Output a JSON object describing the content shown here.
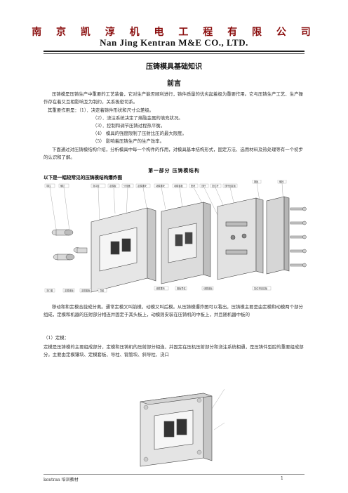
{
  "header": {
    "company_cn": "南 京 凯 淳 机 电 工 程 有 限 公 司",
    "company_en": "Nan Jing Kentran M&E CO., LTD."
  },
  "doc_title": "压铸模具基础知识",
  "preface_heading": "前言",
  "intro": {
    "para1": "压铸模是压铸生产中重要的工艺装备，它对生产能否顺利进行，铸件质量的优劣起着极为重要作用。它与压铸生产工艺、生产操作存在着又互相影响互为制约，关系极密切系。",
    "para2": "其重要作用是：（1）．决定着铸件形状和尺寸公差级。",
    "items": [
      "（2）．浇注系统决定了熔融金属的填充状况。",
      "（3）．控制和调节压铸过程热平衡。",
      "（4）  模具的强度限制了压射比压的最大限度。",
      "（5）  影响着压铸生产的生产效率。"
    ],
    "para3": "下面通过对压铸模结构介绍，分析模具中每一个构件的作用，对模具基本结构形式，固定方法、选用材料及热处理等有一个初步的认识和了解。"
  },
  "section1": {
    "title": "第一部分      压铸模结构",
    "caption": "以下是一幅较常见的压铸模结构爆炸图"
  },
  "body": {
    "para4": "移动和和定模合拢成分离。通常定模又叫前模，动模又叫后模。从压铸模爆炸图可以看出，压铸模主要是由定模和动模两个部分组成，定模和机器的压射部分相连并固定于其头板上，动模则安装在压铸机的中板上，并且随机器中板的",
    "sub_heading": "（1）定模：",
    "para5": "定模是压铸模的主要组成部分，定模和压铸机的压射部分相连，并固定在压机压射部分和浇注系统相通，是压铸件型腔的重要组成部分。主要由定模镶块、定模套板、导柱、锻管块、斜导柱、浇口"
  },
  "diagram_labels": {
    "top": [
      "导柱",
      "螺钉",
      "浇口套",
      "定模板",
      "分流器",
      "定模镶块",
      "动模镶块",
      "动模套板",
      "垫块",
      "顶杆",
      "复位杆",
      "顶杆固定板",
      "推板",
      "螺栓"
    ],
    "bottom": [
      "浇口套",
      "定模座板",
      "定模套板",
      "导套",
      "动模镶块",
      "推板导柱",
      "动模座板",
      "复位杆固定板"
    ]
  },
  "footer": {
    "left": "kentran 培训教材",
    "page": "1"
  },
  "colors": {
    "company_cn": "#8b0f0f",
    "text": "#333333",
    "line": "#555555"
  }
}
